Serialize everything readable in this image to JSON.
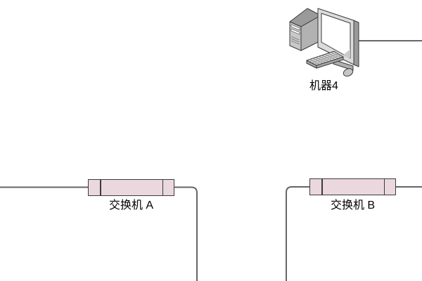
{
  "diagram": {
    "nodes": [
      {
        "id": "machine4",
        "type": "computer",
        "label": "机器4"
      },
      {
        "id": "switch-a",
        "type": "switch",
        "label": "交换机 A"
      },
      {
        "id": "switch-b",
        "type": "switch",
        "label": "交换机 B"
      }
    ],
    "connectors": [
      {
        "id": "machine4-right",
        "from": "machine4",
        "to": "canvas-right-edge"
      },
      {
        "id": "switch-a-left",
        "from": "canvas-left-edge",
        "to": "switch-a"
      },
      {
        "id": "switch-a-bottom",
        "from": "switch-a",
        "to": "canvas-bottom-edge"
      },
      {
        "id": "switch-b-bottom",
        "from": "canvas-bottom-edge",
        "to": "switch-b"
      },
      {
        "id": "switch-b-right",
        "from": "switch-b",
        "to": "canvas-right-edge"
      }
    ],
    "colors": {
      "background": "#ffffff",
      "switch_fill": "#ead8de",
      "switch_border": "#3b3b3b",
      "connector": "#666666",
      "label_text": "#000000"
    }
  }
}
